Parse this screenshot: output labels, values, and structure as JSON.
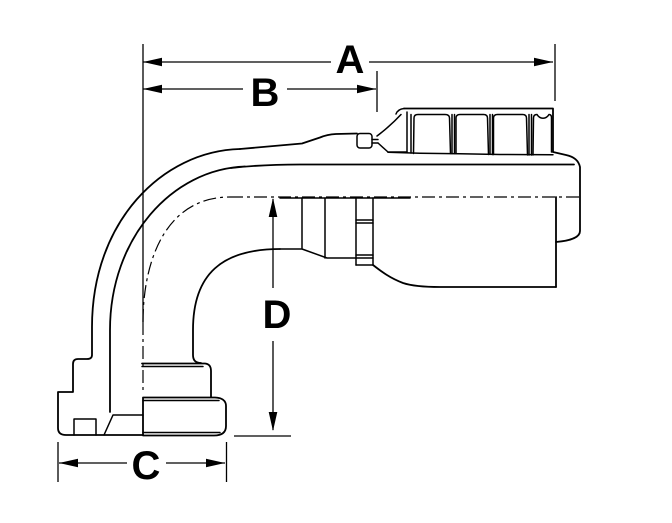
{
  "diagram": {
    "type": "technical-drawing",
    "subject": "90-degree flange elbow crimp hose fitting, side elevation",
    "background_color": "#ffffff",
    "line_color": "#000000",
    "dimensions": {
      "a": {
        "label": "A"
      },
      "b": {
        "label": "B"
      },
      "c": {
        "label": "C"
      },
      "d": {
        "label": "D"
      }
    }
  }
}
